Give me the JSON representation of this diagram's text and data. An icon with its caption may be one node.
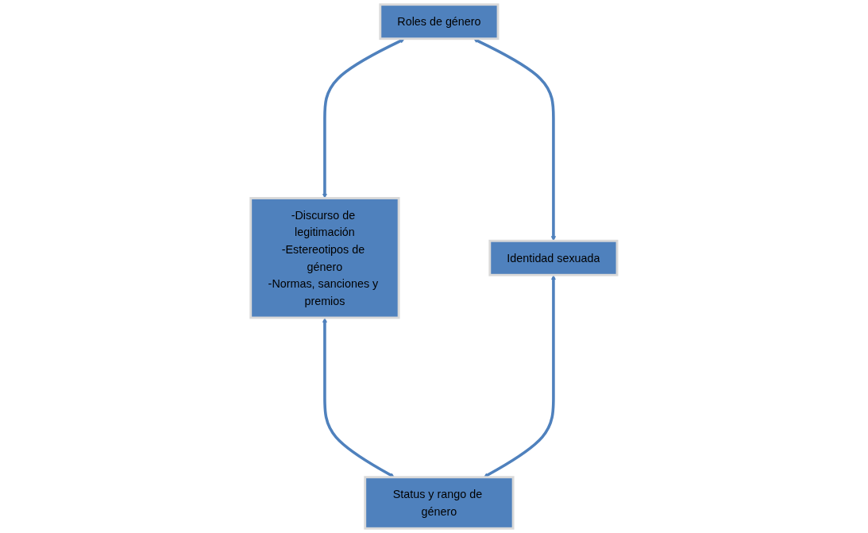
{
  "diagram": {
    "nodes": [
      {
        "text": [
          "Roles de género"
        ]
      },
      {
        "text": [
          "-Discurso de legitimación",
          "-Estereotipos de género",
          "-Normas, sanciones y premios"
        ]
      },
      {
        "text": [
          "Status y rango de género"
        ]
      },
      {
        "text": [
          "Identidad sexuada"
        ]
      }
    ],
    "edges": [
      {
        "from": 0,
        "to": 1,
        "arrow": "both"
      },
      {
        "from": 1,
        "to": 2,
        "arrow": "both"
      },
      {
        "from": 0,
        "to": 3,
        "arrow": "both"
      },
      {
        "from": 3,
        "to": 2,
        "arrow": "both"
      }
    ]
  }
}
